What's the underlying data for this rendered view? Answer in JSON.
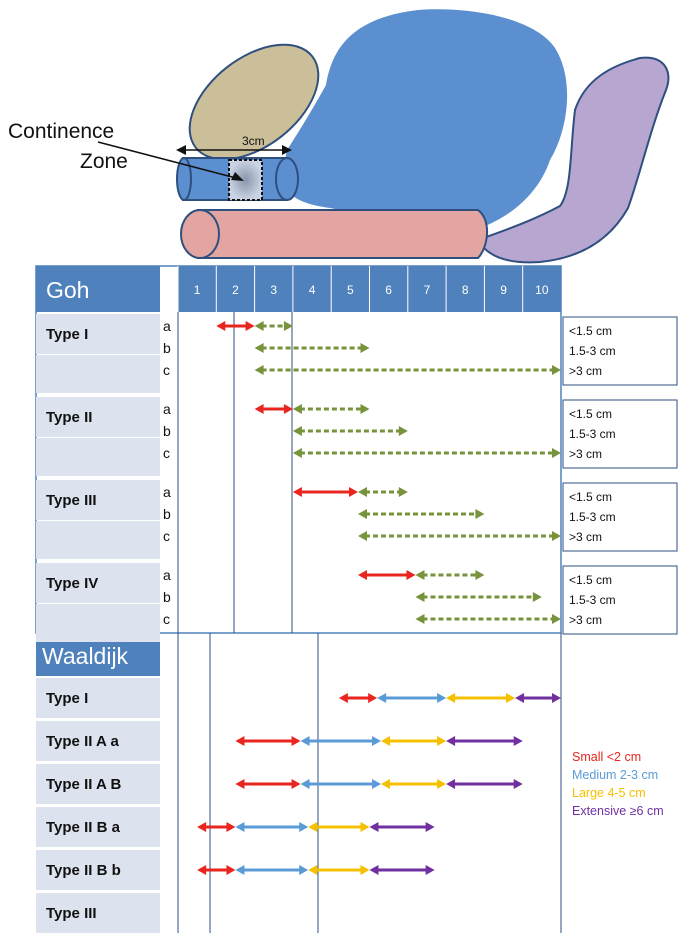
{
  "anatomy": {
    "continence_label_line1": "Continence",
    "continence_label_line2": "Zone",
    "dimension_label": "3cm"
  },
  "goh": {
    "title": "Goh",
    "columns": [
      "1",
      "2",
      "3",
      "4",
      "5",
      "6",
      "7",
      "8",
      "9",
      "10"
    ],
    "types": [
      {
        "name": "Type I",
        "rows": [
          {
            "letter": "a",
            "start": 1,
            "split": 2,
            "end": 3
          },
          {
            "letter": "b",
            "start": 2,
            "split": 2,
            "end": 5
          },
          {
            "letter": "c",
            "start": 2,
            "split": 2,
            "end": 10
          }
        ],
        "legend": [
          "<1.5 cm",
          "1.5-3 cm",
          ">3 cm"
        ]
      },
      {
        "name": "Type II",
        "rows": [
          {
            "letter": "a",
            "start": 2,
            "split": 3,
            "end": 5
          },
          {
            "letter": "b",
            "start": 3,
            "split": 3,
            "end": 6
          },
          {
            "letter": "c",
            "start": 3,
            "split": 3,
            "end": 10
          }
        ],
        "legend": [
          "<1.5 cm",
          "1.5-3 cm",
          ">3 cm"
        ]
      },
      {
        "name": "Type III",
        "rows": [
          {
            "letter": "a",
            "start": 3,
            "split": 4.7,
            "end": 6
          },
          {
            "letter": "b",
            "start": 4.7,
            "split": 4.7,
            "end": 8
          },
          {
            "letter": "c",
            "start": 4.7,
            "split": 4.7,
            "end": 10
          }
        ],
        "legend": [
          "<1.5 cm",
          "1.5-3 cm",
          ">3 cm"
        ]
      },
      {
        "name": "Type IV",
        "rows": [
          {
            "letter": "a",
            "start": 4.7,
            "split": 6.2,
            "end": 8
          },
          {
            "letter": "b",
            "start": 6.2,
            "split": 6.2,
            "end": 9.5
          },
          {
            "letter": "c",
            "start": 6.2,
            "split": 6.2,
            "end": 10
          }
        ],
        "legend": [
          "<1.5 cm",
          "1.5-3 cm",
          ">3 cm"
        ]
      }
    ]
  },
  "waaldijk": {
    "title": "Waaldijk",
    "types": [
      {
        "name": "Type I",
        "segments": [
          4.2,
          5.2,
          7.0,
          8.8,
          10.0
        ]
      },
      {
        "name": "Type  II A  a",
        "segments": [
          1.5,
          3.2,
          5.3,
          7.0,
          9.0
        ]
      },
      {
        "name": "Type II A B",
        "segments": [
          1.5,
          3.2,
          5.3,
          7.0,
          9.0
        ]
      },
      {
        "name": "Type II B a",
        "segments": [
          0.5,
          1.5,
          3.4,
          5.0,
          6.7
        ]
      },
      {
        "name": "Type II   B  b",
        "segments": [
          0.5,
          1.5,
          3.4,
          5.0,
          6.7
        ]
      },
      {
        "name": "Type III",
        "segments": []
      }
    ],
    "legend": [
      {
        "text": "Small <2 cm",
        "color": "#e8251f"
      },
      {
        "text": "Medium 2-3 cm",
        "color": "#5b9bd5"
      },
      {
        "text": "Large 4-5 cm",
        "color": "#f5c000"
      },
      {
        "text": "Extensive   ≥6 cm",
        "color": "#7030a0"
      }
    ]
  },
  "colors": {
    "header_blue": "#4f81bd",
    "label_bg": "#dce3ef",
    "red": "#e8251f",
    "green": "#77933c",
    "blue": "#5b9bd5",
    "yellow": "#f5c000",
    "purple": "#7030a0",
    "bladder": "#5b8fd0",
    "pubis": "#cbbf9a",
    "rectum": "#e3a5a1",
    "uterus": "#b7a6d0"
  }
}
